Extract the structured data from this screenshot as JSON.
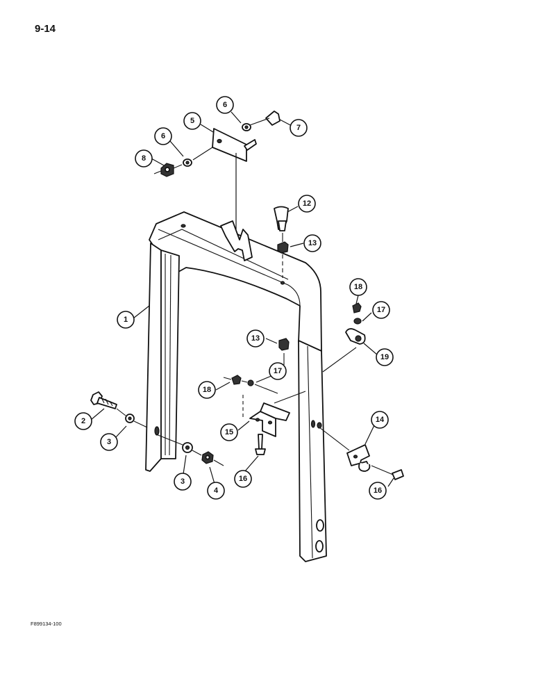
{
  "page": {
    "number": "9-14",
    "figure_code": "F899134-100"
  },
  "callouts": {
    "c1": "1",
    "c2": "2",
    "c3a": "3",
    "c3b": "3",
    "c4": "4",
    "c5": "5",
    "c6a": "6",
    "c6b": "6",
    "c7": "7",
    "c8": "8",
    "c12": "12",
    "c13a": "13",
    "c13b": "13",
    "c14": "14",
    "c15": "15",
    "c16a": "16",
    "c16b": "16",
    "c17a": "17",
    "c17b": "17",
    "c18a": "18",
    "c18b": "18",
    "c19": "19"
  }
}
